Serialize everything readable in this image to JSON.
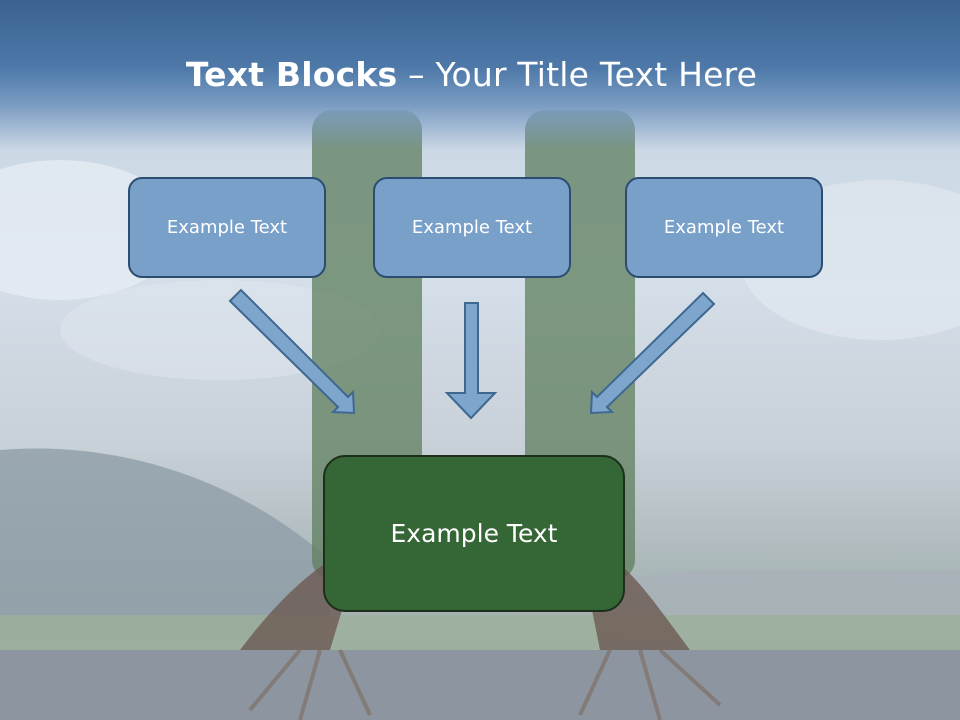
{
  "title": {
    "bold": "Text Blocks",
    "separator": " – ",
    "rest": "Your Title Text Here"
  },
  "blocks": [
    {
      "label": "Example Text"
    },
    {
      "label": "Example Text"
    },
    {
      "label": "Example Text"
    }
  ],
  "main_block": {
    "label": "Example Text"
  },
  "colors": {
    "header": "#3a6291",
    "block_fill": "#78a0c8",
    "block_border": "#2b4d72",
    "main_fill": "#356635",
    "arrow_fill": "#7ea5cc",
    "arrow_stroke": "#3f6891"
  }
}
